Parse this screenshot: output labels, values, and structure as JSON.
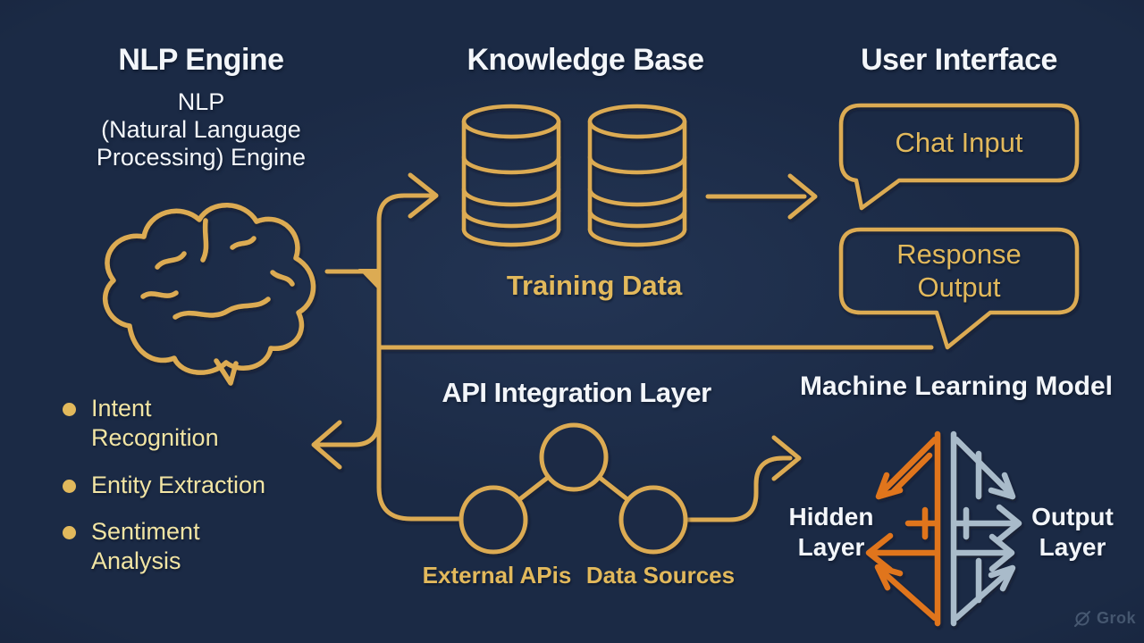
{
  "palette": {
    "bg": "#1b2a45",
    "gold": "#dcab52",
    "gold_text": "#e2b95c",
    "pale": "#f2e5a4",
    "white": "#f3f6fa",
    "orange": "#e0751d",
    "slate": "#a9bbca",
    "wm": "#51637c"
  },
  "nlp_engine": {
    "title": "NLP Engine",
    "subtitle": "NLP\n(Natural Language\nProcessing) Engine",
    "features": [
      "Intent\nRecognition",
      "Entity Extraction",
      "Sentiment\nAnalysis"
    ]
  },
  "knowledge_base": {
    "title": "Knowledge Base",
    "caption": "Training Data"
  },
  "user_interface": {
    "title": "User Interface",
    "chat_input": "Chat Input",
    "response_output": "Response\nOutput"
  },
  "api_layer": {
    "title": "API Integration Layer",
    "node_labels": [
      "External APis",
      "Data Sources"
    ]
  },
  "ml_model": {
    "title": "Machine Learning Model",
    "hidden_layer": "Hidden\nLayer",
    "output_layer": "Output\nLayer"
  },
  "watermark": {
    "brand": "Grok"
  }
}
